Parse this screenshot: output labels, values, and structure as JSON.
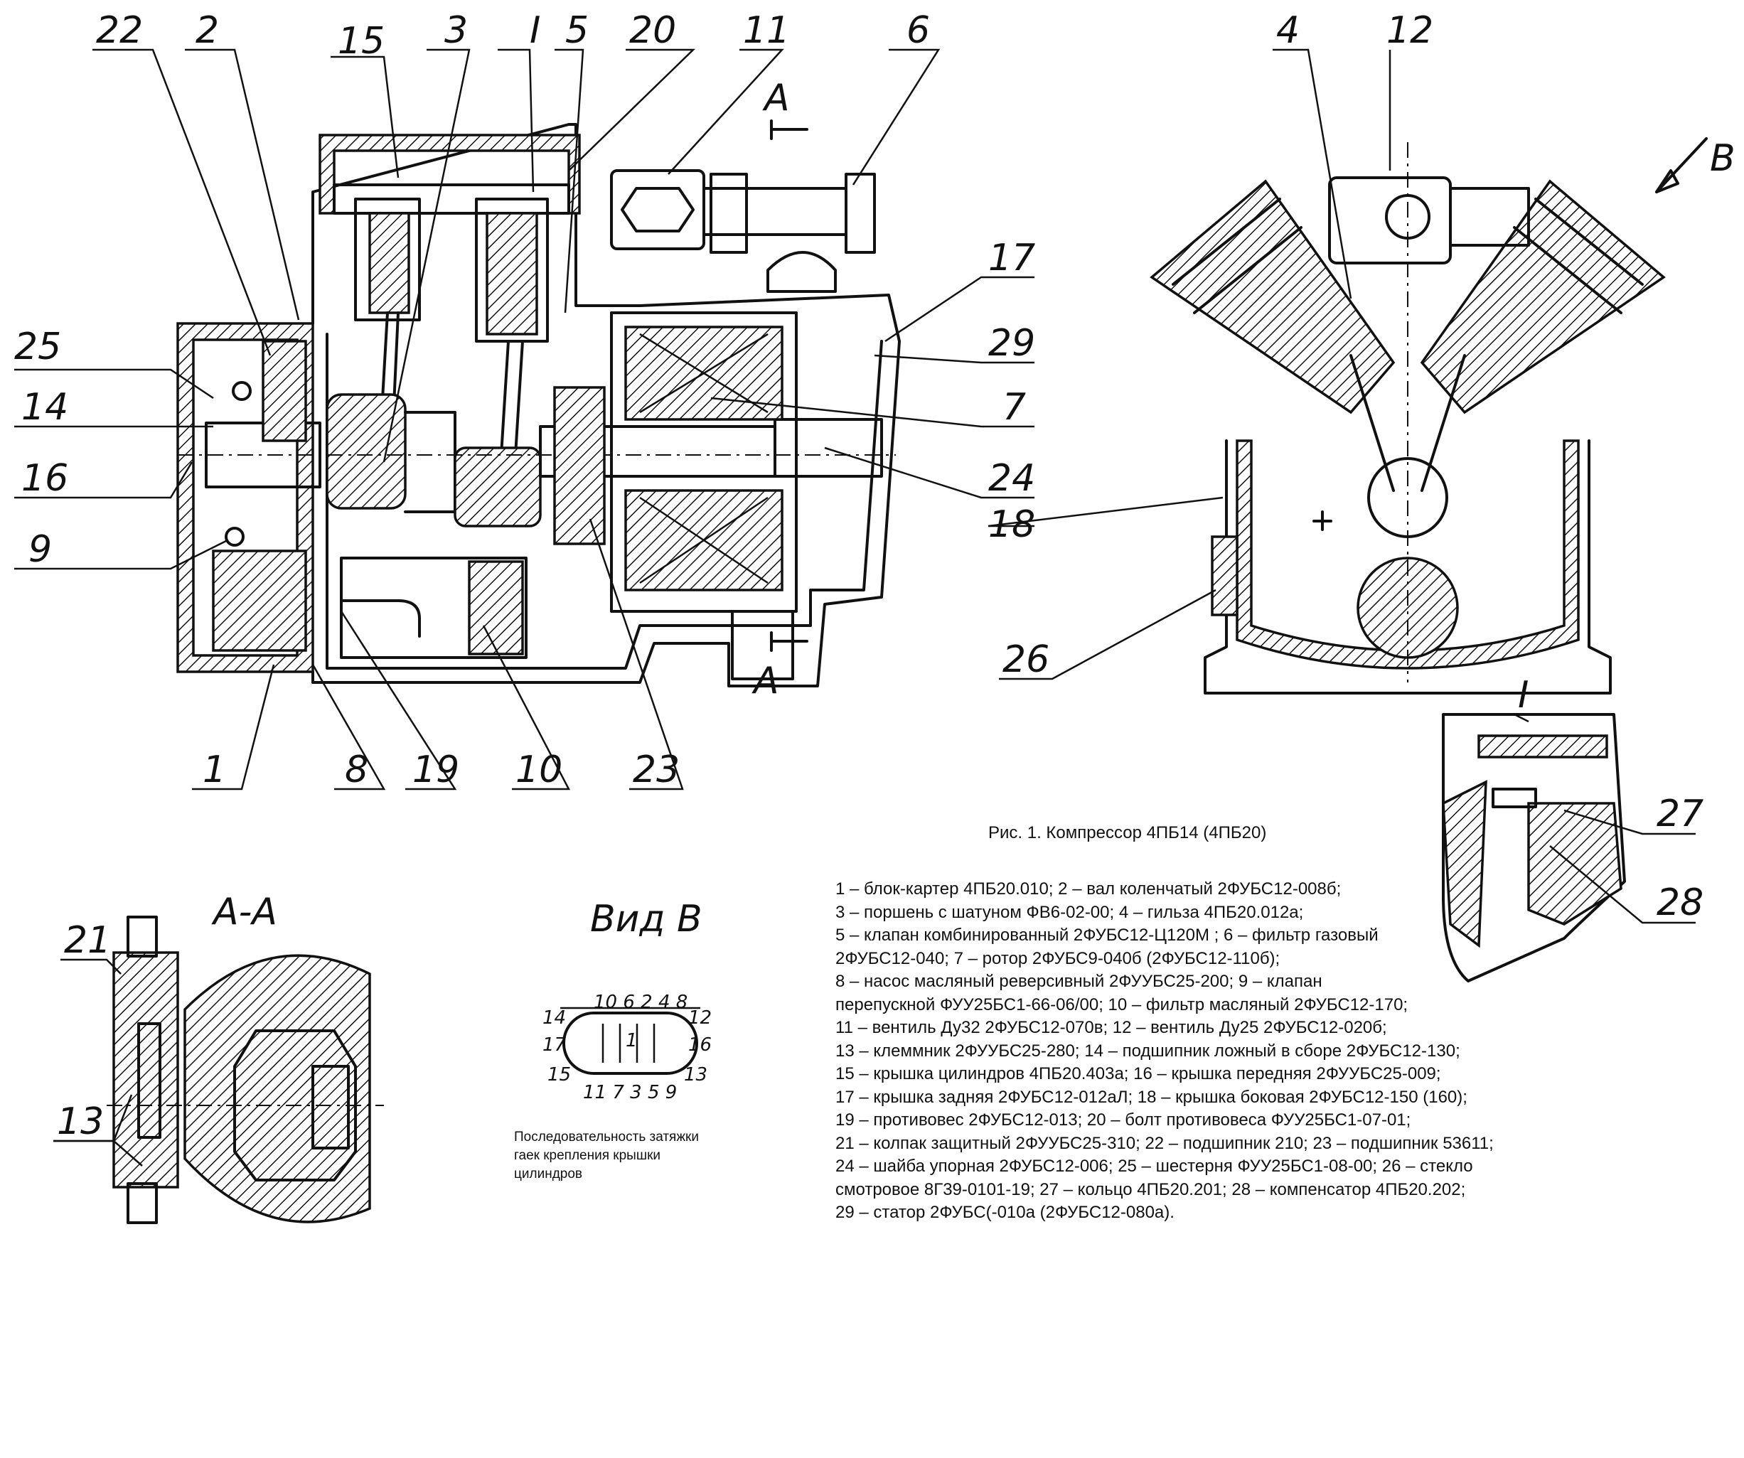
{
  "figure": {
    "caption": "Рис. 1.  Компрессор 4ПБ14  (4ПБ20)"
  },
  "callouts": {
    "main_view": [
      "22",
      "2",
      "15",
      "3",
      "I",
      "5",
      "20",
      "11",
      "6",
      "A",
      "A",
      "25",
      "14",
      "16",
      "9",
      "17",
      "29",
      "7",
      "24",
      "18",
      "1",
      "8",
      "19",
      "10",
      "23"
    ],
    "side_view": [
      "4",
      "12",
      "B",
      "26"
    ],
    "detail_I": [
      "I",
      "27",
      "28"
    ],
    "section_AA": [
      "21",
      "13"
    ]
  },
  "views": {
    "section_title": "А-А",
    "view_b_title": "Вид В",
    "torque_sequence": {
      "top": "10 6 2 4 8",
      "left_top": "14",
      "right_top": "12",
      "left_mid": "17",
      "right_mid": "16",
      "left_bottom": "15",
      "right_bottom": "13",
      "bottom": "11 7 3 5 9",
      "center": "1"
    },
    "torque_note": "Последовательность затяжки гаек крепления крышки цилиндров"
  },
  "legend": [
    "1 – блок-картер 4ПБ20.010;  2 – вал коленчатый 2ФУБС12-008б;",
    "3 – поршень с шатуном ФВ6-02-00;  4 – гильза 4ПБ20.012а;",
    "5 – клапан комбинированный 2ФУБС12-Ц120М ;  6 – фильтр газовый",
    "2ФУБС12-040;  7 – ротор 2ФУБС9-040б (2ФУБС12-110б);",
    "8 – насос масляный реверсивный 2ФУУБС25-200;  9 – клапан",
    "перепускной  ФУУ25БС1-66-06/00;  10 – фильтр масляный 2ФУБС12-170;",
    "11 – вентиль Ду32  2ФУБС12-070в;  12 – вентиль Ду25  2ФУБС12-020б;",
    "13 – клеммник 2ФУУБС25-280;  14 – подшипник ложный в сборе 2ФУБС12-130;",
    "15 – крышка цилиндров 4ПБ20.403а;  16 – крышка передняя 2ФУУБС25-009;",
    "17 – крышка задняя 2ФУБС12-012аЛ;  18 – крышка боковая 2ФУБС12-150 (160);",
    "19 – противовес 2ФУБС12-013;  20 – болт противовеса ФУУ25БС1-07-01;",
    "21 – колпак защитный 2ФУУБС25-310;  22 – подшипник 210;  23 – подшипник 53611;",
    "24 – шайба упорная 2ФУБС12-006;  25 – шестерня ФУУ25БС1-08-00;  26 – стекло",
    "смотровое  8Г39-0101-19;  27 – кольцо 4ПБ20.201;  28 – компенсатор 4ПБ20.202;",
    "29 – статор 2ФУБС(-010а (2ФУБС12-080а)."
  ]
}
